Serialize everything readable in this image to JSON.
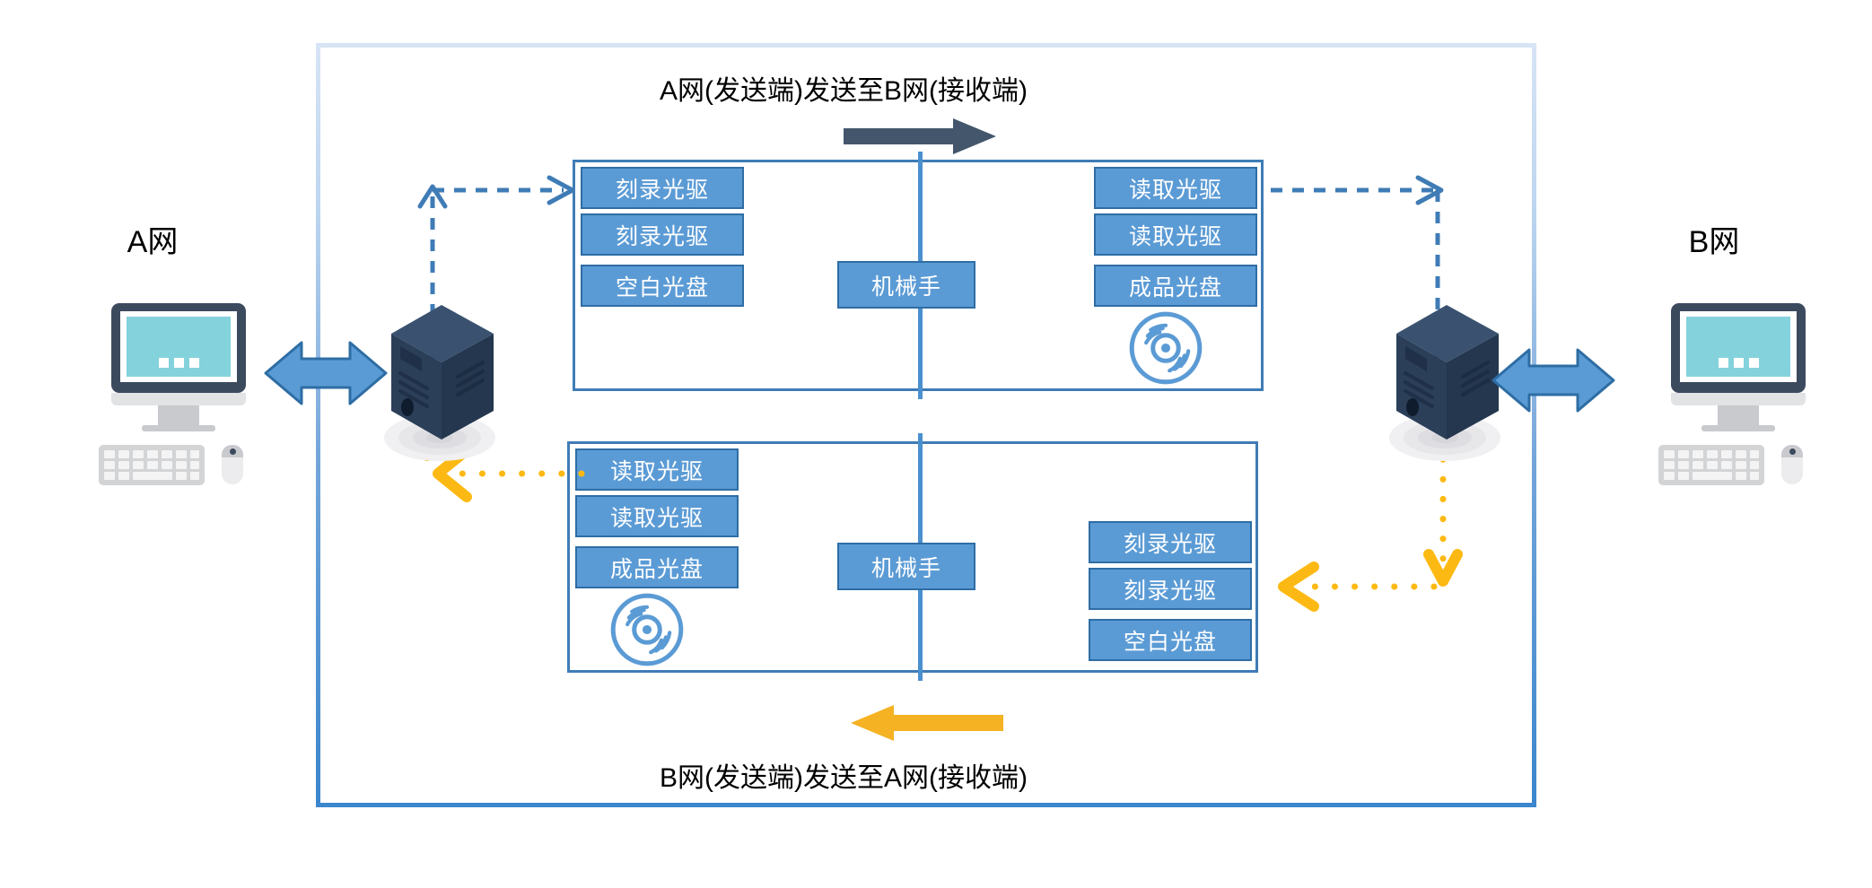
{
  "diagram": {
    "title_top": "A网(发送端)发送至B网(接收端)",
    "title_bottom": "B网(发送端)发送至A网(接收端)",
    "colors": {
      "chip_fill": "#5b9bd5",
      "chip_border": "#2e6da4",
      "panel_border": "#3f7cb6",
      "frame_border": "#3b86cd",
      "top_arrow": "#44566c",
      "bottom_arrow": "#f5b223",
      "dashed_flow": "#3f7cb6",
      "dotted_flow": "#fdb913",
      "link_arrow": "#5b9bd5",
      "server_body": "#2e4057",
      "screen": "#84d2dc"
    }
  },
  "endpoints": {
    "left": {
      "label": "A网",
      "icon": "desktop-computer-icon"
    },
    "right": {
      "label": "B网",
      "icon": "desktop-computer-icon"
    }
  },
  "servers": {
    "left": {
      "name": "server-tower-left",
      "icon": "server-icon"
    },
    "right": {
      "name": "server-tower-right",
      "icon": "server-icon"
    }
  },
  "top_machine": {
    "direction_label": "A网(发送端)发送至B网(接收端)",
    "arrow": "right-arrow",
    "left_stack": [
      {
        "label": "刻录光驱",
        "kind": "burn-drive"
      },
      {
        "label": "刻录光驱",
        "kind": "burn-drive"
      },
      {
        "label": "空白光盘",
        "kind": "blank-disc"
      }
    ],
    "center": {
      "label": "机械手",
      "kind": "robot-arm"
    },
    "right_stack": [
      {
        "label": "读取光驱",
        "kind": "read-drive"
      },
      {
        "label": "读取光驱",
        "kind": "read-drive"
      },
      {
        "label": "成品光盘",
        "kind": "finished-disc"
      }
    ],
    "disc_icon": "cd-disc-icon"
  },
  "bottom_machine": {
    "direction_label": "B网(发送端)发送至A网(接收端)",
    "arrow": "left-arrow",
    "left_stack": [
      {
        "label": "读取光驱",
        "kind": "read-drive"
      },
      {
        "label": "读取光驱",
        "kind": "read-drive"
      },
      {
        "label": "成品光盘",
        "kind": "finished-disc"
      }
    ],
    "center": {
      "label": "机械手",
      "kind": "robot-arm"
    },
    "right_stack": [
      {
        "label": "刻录光驱",
        "kind": "burn-drive"
      },
      {
        "label": "刻录光驱",
        "kind": "burn-drive"
      },
      {
        "label": "空白光盘",
        "kind": "blank-disc"
      }
    ],
    "disc_icon": "cd-disc-icon"
  },
  "connectors": {
    "left_link": "double-headed-arrow",
    "right_link": "double-headed-arrow",
    "top_flow_left": "dashed-arrow-up-right",
    "top_flow_right": "dashed-arrow-right-down",
    "bottom_flow_left": "dotted-arrow-left-up",
    "bottom_flow_right": "dotted-arrow-down-left"
  }
}
